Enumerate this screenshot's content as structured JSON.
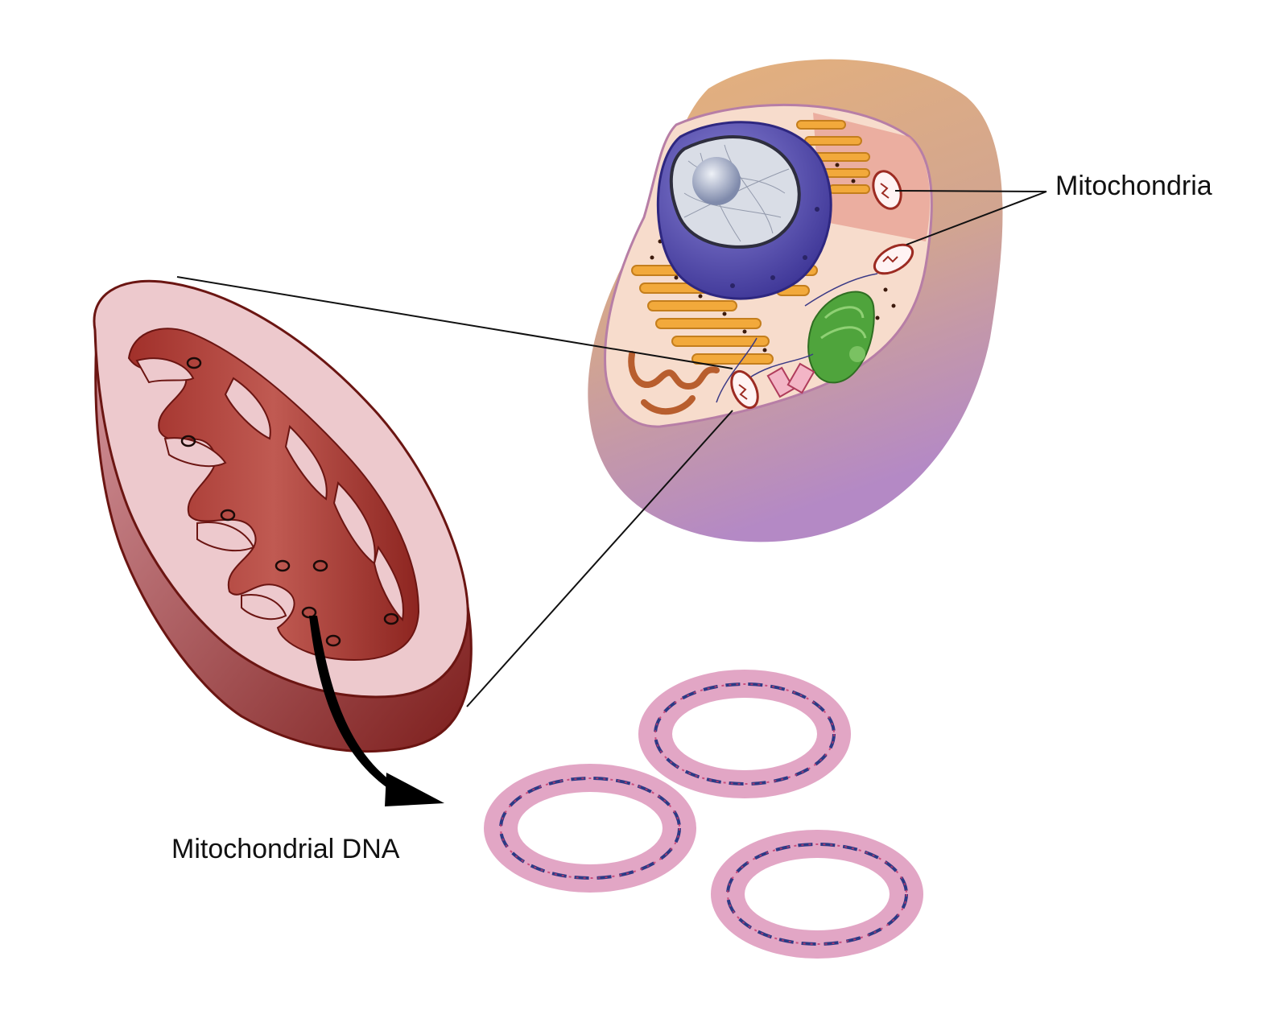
{
  "labels": {
    "mitochondria": "Mitochondria",
    "mitochondrial_dna": "Mitochondrial DNA"
  },
  "colors": {
    "cell_outer_orange": "#e3a866",
    "cell_outer_purple": "#b98ac4",
    "cytoplasm": "#f6dccb",
    "nucleus_envelope": "#5a4fb0",
    "nucleus_inner": "#d8dce4",
    "nucleolus": "#8e9bbb",
    "rough_er": "#f2a93b",
    "golgi": "#ecb24e",
    "chloro_green": "#4fa43c",
    "mitochondrion_dark": "#9c2b22",
    "mitochondrion_light": "#efc8cd",
    "dna_ring": "#e2a6c5",
    "dna_strand": "#2b3a86",
    "arrow": "#000000"
  },
  "icons": [
    "animal-cell-illustration",
    "mitochondrion-cross-section-illustration",
    "dna-ring-illustration",
    "curved-arrow-icon"
  ]
}
